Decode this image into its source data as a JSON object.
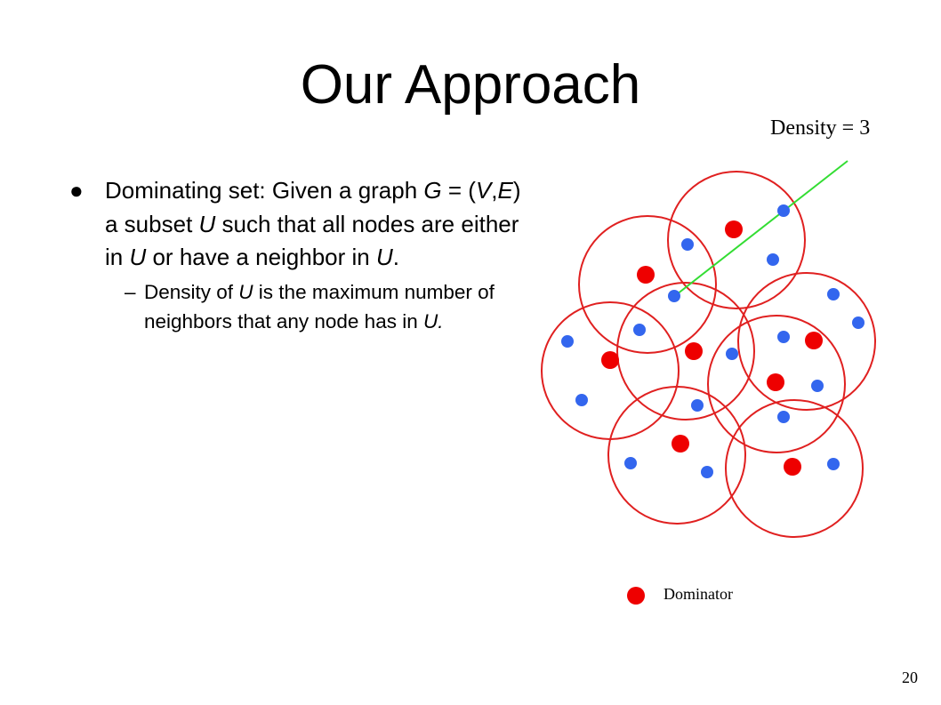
{
  "slide": {
    "title": "Our Approach",
    "page_number": "20",
    "colors": {
      "circle": "#e02020",
      "dominator": "#ee0000",
      "node": "#3366ee",
      "line": "#33dd33"
    }
  },
  "bullets": {
    "main": {
      "marker": "●",
      "t1": "Dominating set: Given a graph ",
      "G": "G",
      "t2": " = (",
      "V": "V",
      "t3": ",",
      "E": "E",
      "t4": ") a subset ",
      "U1": "U",
      "t5": " such that all nodes are either in ",
      "U2": "U",
      "t6": " or have a neighbor in ",
      "U3": "U",
      "t7": "."
    },
    "sub": {
      "marker": "–",
      "t1": "Density of ",
      "U1": "U",
      "t2": " is the maximum number of neighbors that any node has in ",
      "U2": "U.",
      "t3": ""
    }
  },
  "diagram": {
    "density_label": "Density = 3",
    "legend_label": "Dominator"
  }
}
